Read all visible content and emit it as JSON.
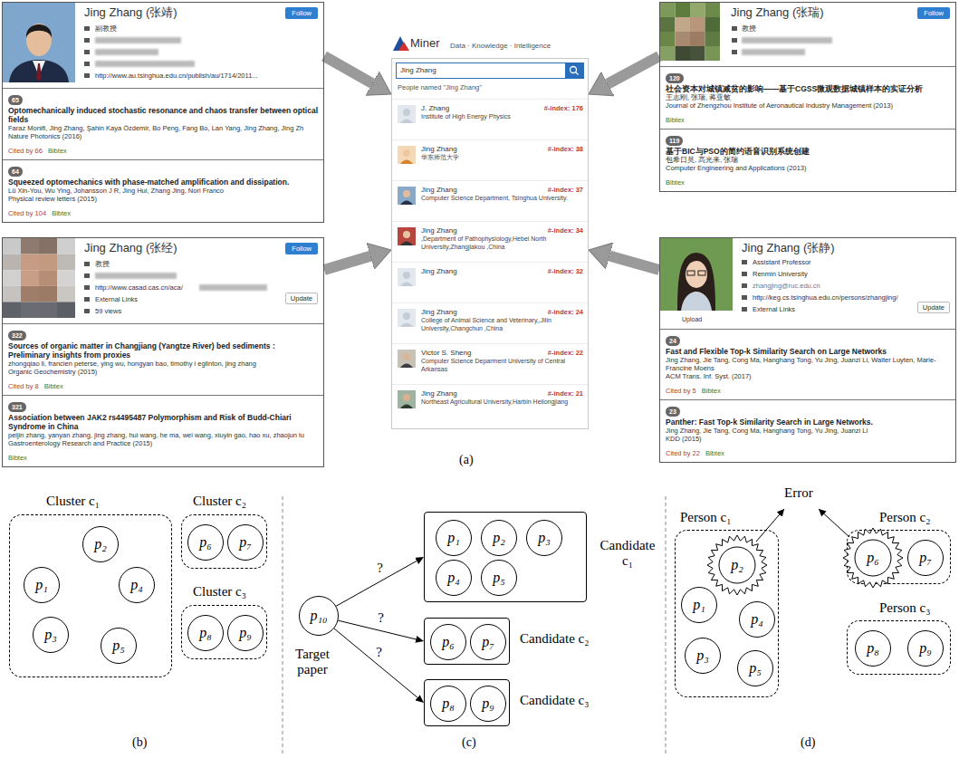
{
  "diagram": {
    "nodes": [
      {
        "text": [
          "Jing Zhang (张靖)",
          "Follow",
          "副教授",
          "http://www.au.tsinghua.edu.cn/publish/au/1714/2011..."
        ]
      },
      {
        "text": [
          "65",
          "Optomechanically induced stochastic resonance and chaos transfer between optical fields",
          "Faraz Monifi, Jing Zhang, Şahin Kaya Özdemir, Bo Peng, Fang Bo, Lan Yang, Jing Zhang, Jing Zh",
          "Nature Photonics (2016)",
          "Cited by 66",
          "Bibtex"
        ],
        "in": 0
      },
      {
        "text": [
          "64",
          "Squeezed optomechanics with phase-matched amplification and dissipation.",
          "Lü Xin-You, Wu Ying, Johansson J R, Jing Hui, Zhang Jing, Nori Franco",
          "Physical review letters (2015)",
          "Cited by 104",
          "Bibtex"
        ],
        "in": 0
      },
      {
        "text": [
          "Miner",
          "Data · Knowledge · Intelligence",
          "Jing Zhang",
          "People named \"Jing Zhang\""
        ]
      },
      {
        "text": [
          "J. Zhang",
          "Institute of High Energy Physics",
          "#-index: 176"
        ],
        "in": 3
      },
      {
        "text": [
          "Jing Zhang",
          "华东师范大学",
          "#-index: 38"
        ],
        "in": 3
      },
      {
        "text": [
          "Jing Zhang",
          "Computer Science Department, Tsinghua University.",
          "#-index: 37"
        ],
        "in": 3
      },
      {
        "text": [
          "Jing Zhang",
          ",Department of Pathophysiology,Hebei North University,Zhangjiakou ,China",
          "#-index: 34"
        ],
        "in": 3
      },
      {
        "text": [
          "Jing Zhang",
          "#-index: 32"
        ],
        "in": 3
      },
      {
        "text": [
          "Jing Zhang",
          "College of Animal Science and Veterinary,,Jilin University,Changchun ,China",
          "#-index: 24"
        ],
        "in": 3
      },
      {
        "text": [
          "Victor S. Sheng",
          "Computer Science Deparment University of Central Arkansas",
          "#-index: 22"
        ],
        "in": 3
      },
      {
        "text": [
          "Jing Zhang",
          "Northeast Agricultural University,Harbin Heilongjiang",
          "#-index: 21"
        ],
        "in": 3
      },
      {
        "text": [
          "Jing Zhang (张瑞)",
          "Follow",
          "教授"
        ]
      },
      {
        "text": [
          "120",
          "社会资本对城镇减贫的影响——基于CGSS微观数据城镇样本的实证分析",
          "王志刚, 张瑞, 蒋亚敏",
          "Journal of Zhengzhou Institute of Aeronautical Industry Management (2013)",
          "Bibtex"
        ],
        "in": 12
      },
      {
        "text": [
          "119",
          "基于BIC与PSO的简约语音识别系统创建",
          "包希日莫, 高光来, 张瑞",
          "Computer Engineering and Applications (2013)",
          "Bibtex"
        ],
        "in": 12
      },
      {
        "text": [
          "Jing Zhang (张经)",
          "Follow",
          "教授",
          "http://www.casad.cas.cn/aca/",
          "External Links",
          "Update",
          "59 views"
        ]
      },
      {
        "text": [
          "322",
          "Sources of organic matter in Changjiang (Yangtze River) bed sediments : Preliminary insights from proxies",
          "zhongqiao li, francien peterse, ying wu, hongyan bao, timothy i eglinton, jing zhang",
          "Organic Geochemistry (2015)",
          "Cited by 8",
          "Bibtex"
        ],
        "in": 15
      },
      {
        "text": [
          "321",
          "Association between JAK2 rs4495487 Polymorphism and Risk of Budd-Chiari Syndrome in China",
          "peijin zhang, yanyan zhang, jing zhang, hui wang, he ma, wei wang, xiuyin gao, hao xu, zhaojun lu",
          "Gastroenterology Research and Practice (2015)",
          "Bibtex"
        ],
        "in": 15
      },
      {
        "text": [
          "Jing Zhang (张静)",
          "Assistant Professor",
          "Renmin University",
          "zhangjing@ruc.edu.cn",
          "http://keg.cs.tsinghua.edu.cn/persons/zhangjing/",
          "External Links",
          "Update",
          "Upload"
        ]
      },
      {
        "text": [
          "24",
          "Fast and Flexible Top-k Similarity Search on Large Networks",
          "Jing Zhang, Jie Tang, Cong Ma, Hanghang Tong, Yu Jing, Juanzi Li, Walter Luyten, Marie-Francine Moens",
          "ACM Trans. Inf. Syst. (2017)",
          "Cited by 5",
          "Bibtex"
        ],
        "in": 18
      },
      {
        "text": [
          "23",
          "Panther: Fast Top-k Similarity Search in Large Networks.",
          "Jing Zhang, Jie Tang, Cong Ma, Hanghang Tong, Yu Jing, Juanzi Li",
          "KDD (2015)",
          "Cited by 22",
          "Bibtex"
        ],
        "in": 18
      },
      {
        "text": [
          "Cluster c₁"
        ]
      },
      {
        "text": [
          "p₁"
        ],
        "in": 21
      },
      {
        "text": [
          "p₂"
        ],
        "in": 21
      },
      {
        "text": [
          "p₃"
        ],
        "in": 21
      },
      {
        "text": [
          "p₄"
        ],
        "in": 21
      },
      {
        "text": [
          "p₅"
        ],
        "in": 21
      },
      {
        "text": [
          "Cluster c₂"
        ]
      },
      {
        "text": [
          "p₆"
        ],
        "in": 27
      },
      {
        "text": [
          "p₇"
        ],
        "in": 27
      },
      {
        "text": [
          "Cluster c₃"
        ]
      },
      {
        "text": [
          "p₈"
        ],
        "in": 30
      },
      {
        "text": [
          "p₉"
        ],
        "in": 30
      },
      {
        "text": [
          "p₁₀"
        ]
      },
      {
        "text": [
          "Candidate c₁"
        ]
      },
      {
        "text": [
          "p₁"
        ],
        "in": 34
      },
      {
        "text": [
          "p₂"
        ],
        "in": 34
      },
      {
        "text": [
          "p₃"
        ],
        "in": 34
      },
      {
        "text": [
          "p₄"
        ],
        "in": 34
      },
      {
        "text": [
          "p₅"
        ],
        "in": 34
      },
      {
        "text": [
          "Candidate c₂"
        ]
      },
      {
        "text": [
          "p₆"
        ],
        "in": 40
      },
      {
        "text": [
          "p₇"
        ],
        "in": 40
      },
      {
        "text": [
          "Candidate c₃"
        ]
      },
      {
        "text": [
          "p₈"
        ],
        "in": 43
      },
      {
        "text": [
          "p₉"
        ],
        "in": 43
      },
      {
        "text": [
          "Person c₁"
        ]
      },
      {
        "text": [
          "p₁"
        ],
        "in": 46
      },
      {
        "text": [
          "p₂"
        ],
        "in": 46
      },
      {
        "text": [
          "p₃"
        ],
        "in": 46
      },
      {
        "text": [
          "p₄"
        ],
        "in": 46
      },
      {
        "text": [
          "p₅"
        ],
        "in": 46
      },
      {
        "text": [
          "Person c₂"
        ]
      },
      {
        "text": [
          "p₆"
        ],
        "in": 52
      },
      {
        "text": [
          "p₇"
        ],
        "in": 52
      },
      {
        "text": [
          "Person c₃"
        ]
      },
      {
        "text": [
          "p₈"
        ],
        "in": 55
      },
      {
        "text": [
          "p₉"
        ],
        "in": 55
      }
    ],
    "edges": [
      {
        "from": 0,
        "to": 3,
        "arrow": "to"
      },
      {
        "from": 12,
        "to": 3,
        "arrow": "to"
      },
      {
        "from": 15,
        "to": 3,
        "arrow": "to"
      },
      {
        "from": 18,
        "to": 3,
        "arrow": "to"
      },
      {
        "from": 33,
        "to": 34,
        "arrow": "to",
        "label": "?"
      },
      {
        "from": 33,
        "to": 40,
        "arrow": "to",
        "label": "?"
      },
      {
        "from": 33,
        "to": 43,
        "arrow": "to",
        "label": "?"
      }
    ],
    "labels": [
      "(a)",
      "(b)",
      "Target paper",
      "(c)",
      "Error",
      "(d)"
    ]
  }
}
